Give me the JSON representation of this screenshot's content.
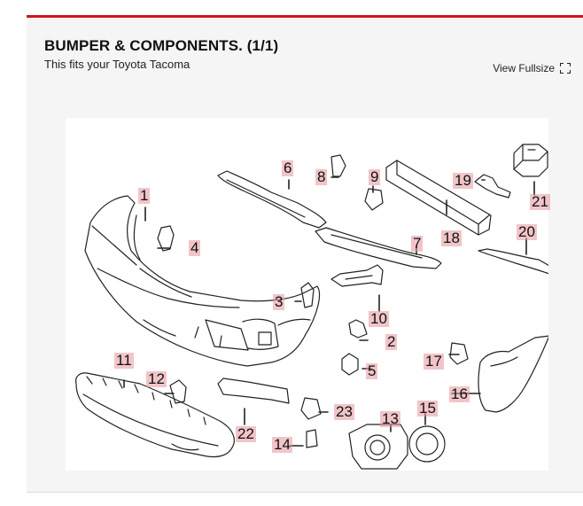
{
  "header": {
    "title": "BUMPER & COMPONENTS. (1/1)",
    "subtitle": "This fits your Toyota Tacoma",
    "fullsize_label": "View Fullsize",
    "fullsize_icon": "expand-icon"
  },
  "colors": {
    "accent": "#d0121b",
    "callout_highlight": "#e6969b",
    "card_bg": "#f5f5f5"
  },
  "diagram": {
    "callouts": [
      "1",
      "2",
      "3",
      "4",
      "5",
      "6",
      "7",
      "8",
      "9",
      "10",
      "11",
      "12",
      "13",
      "14",
      "15",
      "16",
      "17",
      "18",
      "19",
      "20",
      "21",
      "22",
      "23"
    ]
  }
}
